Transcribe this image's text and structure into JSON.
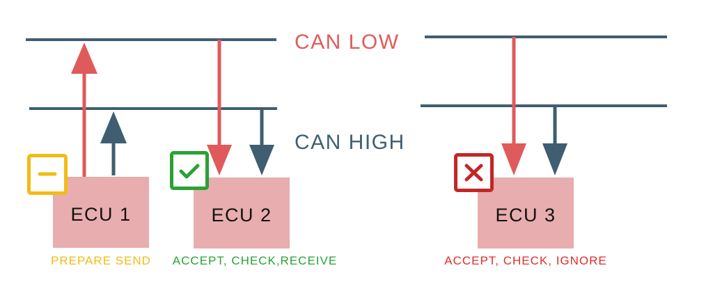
{
  "colors": {
    "bus_line": "#3f5e72",
    "high_signal": "#3f5e72",
    "low_signal": "#e05a5b",
    "ecu_box": "#e8adae",
    "can_low_text": "#e05a5b",
    "can_high_text": "#3f5e72",
    "prepare": "#f2bb16",
    "accept": "#2aa135",
    "reject": "#e02c2c"
  },
  "labels": {
    "can_low": "CAN LOW",
    "can_high": "CAN HIGH"
  },
  "ecus": [
    {
      "label": "ECU 1",
      "status_icon": "minus-icon",
      "status_text": "PREPARE SEND"
    },
    {
      "label": "ECU 2",
      "status_icon": "check-icon",
      "status_text": "ACCEPT, CHECK,RECEIVE"
    },
    {
      "label": "ECU 3",
      "status_icon": "cross-icon",
      "status_text": "ACCEPT, CHECK, IGNORE"
    }
  ]
}
